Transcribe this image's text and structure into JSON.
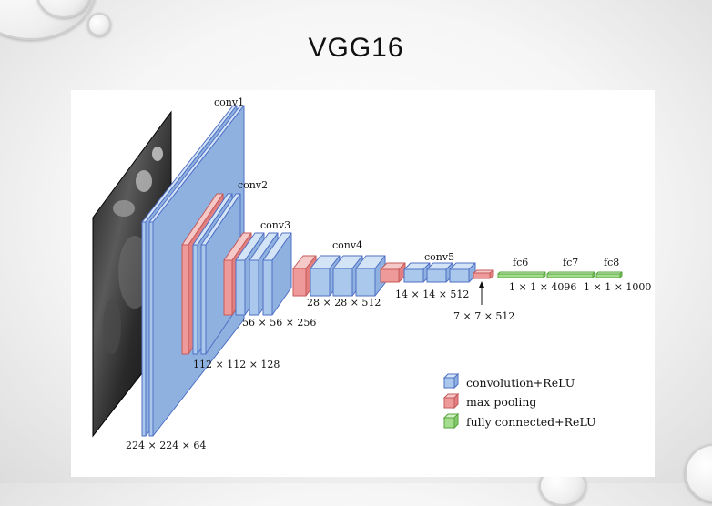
{
  "title": "VGG16",
  "colors": {
    "conv": "#a9c8ec",
    "conv_stroke": "#4f6fc4",
    "pool": "#ef9a9a",
    "pool_stroke": "#c45a5a",
    "fc": "#a5dd8e",
    "fc_stroke": "#55a53c"
  },
  "blocks": {
    "conv1": "conv1",
    "conv2": "conv2",
    "conv3": "conv3",
    "conv4": "conv4",
    "conv5": "conv5",
    "fc6": "fc6",
    "fc7": "fc7",
    "fc8": "fc8"
  },
  "dims": {
    "d1": "224 × 224 × 64",
    "d2": "112 × 112 × 128",
    "d3": "56 × 56 × 256",
    "d4": "28 × 28 × 512",
    "d5": "14 × 14 × 512",
    "d6": "7 × 7 × 512",
    "d7": "1 × 1 × 4096",
    "d8": "1 × 1 × 1000"
  },
  "legend": {
    "conv": "convolution+ReLU",
    "pool": "max pooling",
    "fc": "fully connected+ReLU"
  }
}
